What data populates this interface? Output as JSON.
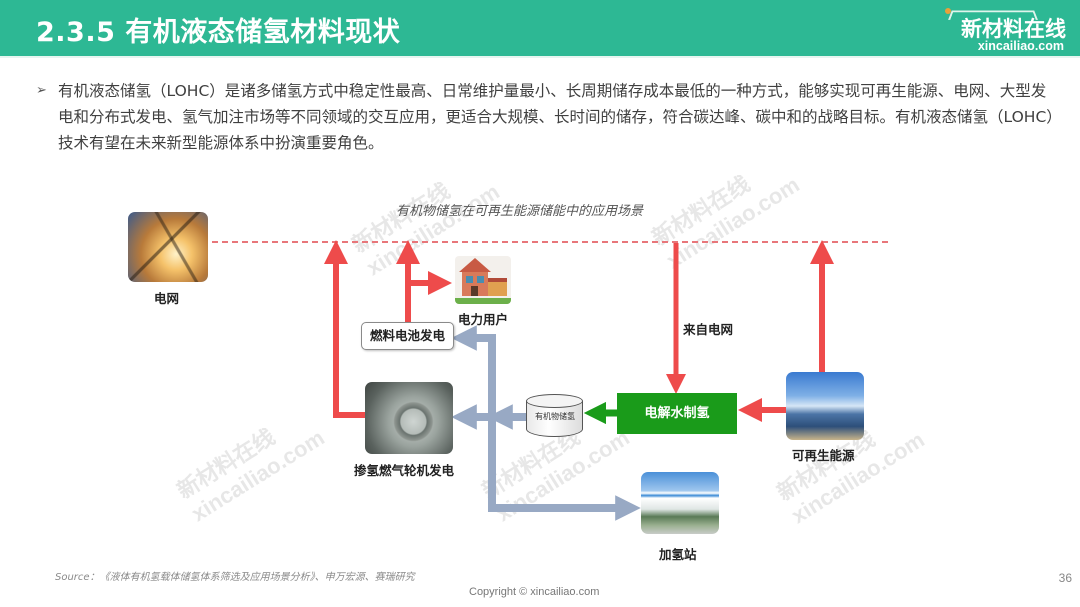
{
  "header": {
    "title": "2.3.5 有机液态储氢材料现状",
    "background_color": "#2db894",
    "logo": {
      "name_cn": "新材料在线",
      "domain": "xincailiao.com"
    }
  },
  "bullet": {
    "marker": "➢",
    "text": "有机液态储氢（LOHC）是诸多储氢方式中稳定性最高、日常维护量最小、长周期储存成本最低的一种方式，能够实现可再生能源、电网、大型发电和分布式发电、氢气加注市场等不同领域的交互应用，更适合大规模、长时间的储存，符合碳达峰、碳中和的战略目标。有机液态储氢（LOHC）技术有望在未来新型能源体系中扮演重要角色。"
  },
  "diagram": {
    "caption": "有机物储氢在可再生能源储能中的应用场景",
    "nodes": {
      "grid": {
        "label": "电网",
        "icon": "power-grid-photo"
      },
      "power_user": {
        "label": "电力用户",
        "icon": "house-icon"
      },
      "fuel_cell": {
        "label": "燃料电池发电"
      },
      "gas_turbine": {
        "label": "掺氢燃气轮机发电",
        "icon": "turbine-photo"
      },
      "storage_tank": {
        "label": "有机物储氢",
        "icon": "cylinder-tank"
      },
      "electrolysis": {
        "label": "电解水制氢",
        "color": "#1a9b1a"
      },
      "renewable": {
        "label": "可再生能源",
        "icon": "wind-farm-photo"
      },
      "hydrogen_station": {
        "label": "加氢站",
        "icon": "refuel-station-photo"
      }
    },
    "edge_labels": {
      "from_grid": "来自电网"
    },
    "colors": {
      "electric_flow": "#ee4b4b",
      "hydrogen_flow": "#98a9c4",
      "chemical_flow": "#1a9b1a",
      "grid_line": "#e8767a"
    }
  },
  "watermark": {
    "cn": "新材料在线",
    "en": "xincailiao.com"
  },
  "footer": {
    "source": "Source：《液体有机氢载体储氢体系筛选及应用场景分析》、申万宏源、赛瑞研究",
    "copyright": "Copyright © xincailiao.com",
    "page_number": "36"
  }
}
